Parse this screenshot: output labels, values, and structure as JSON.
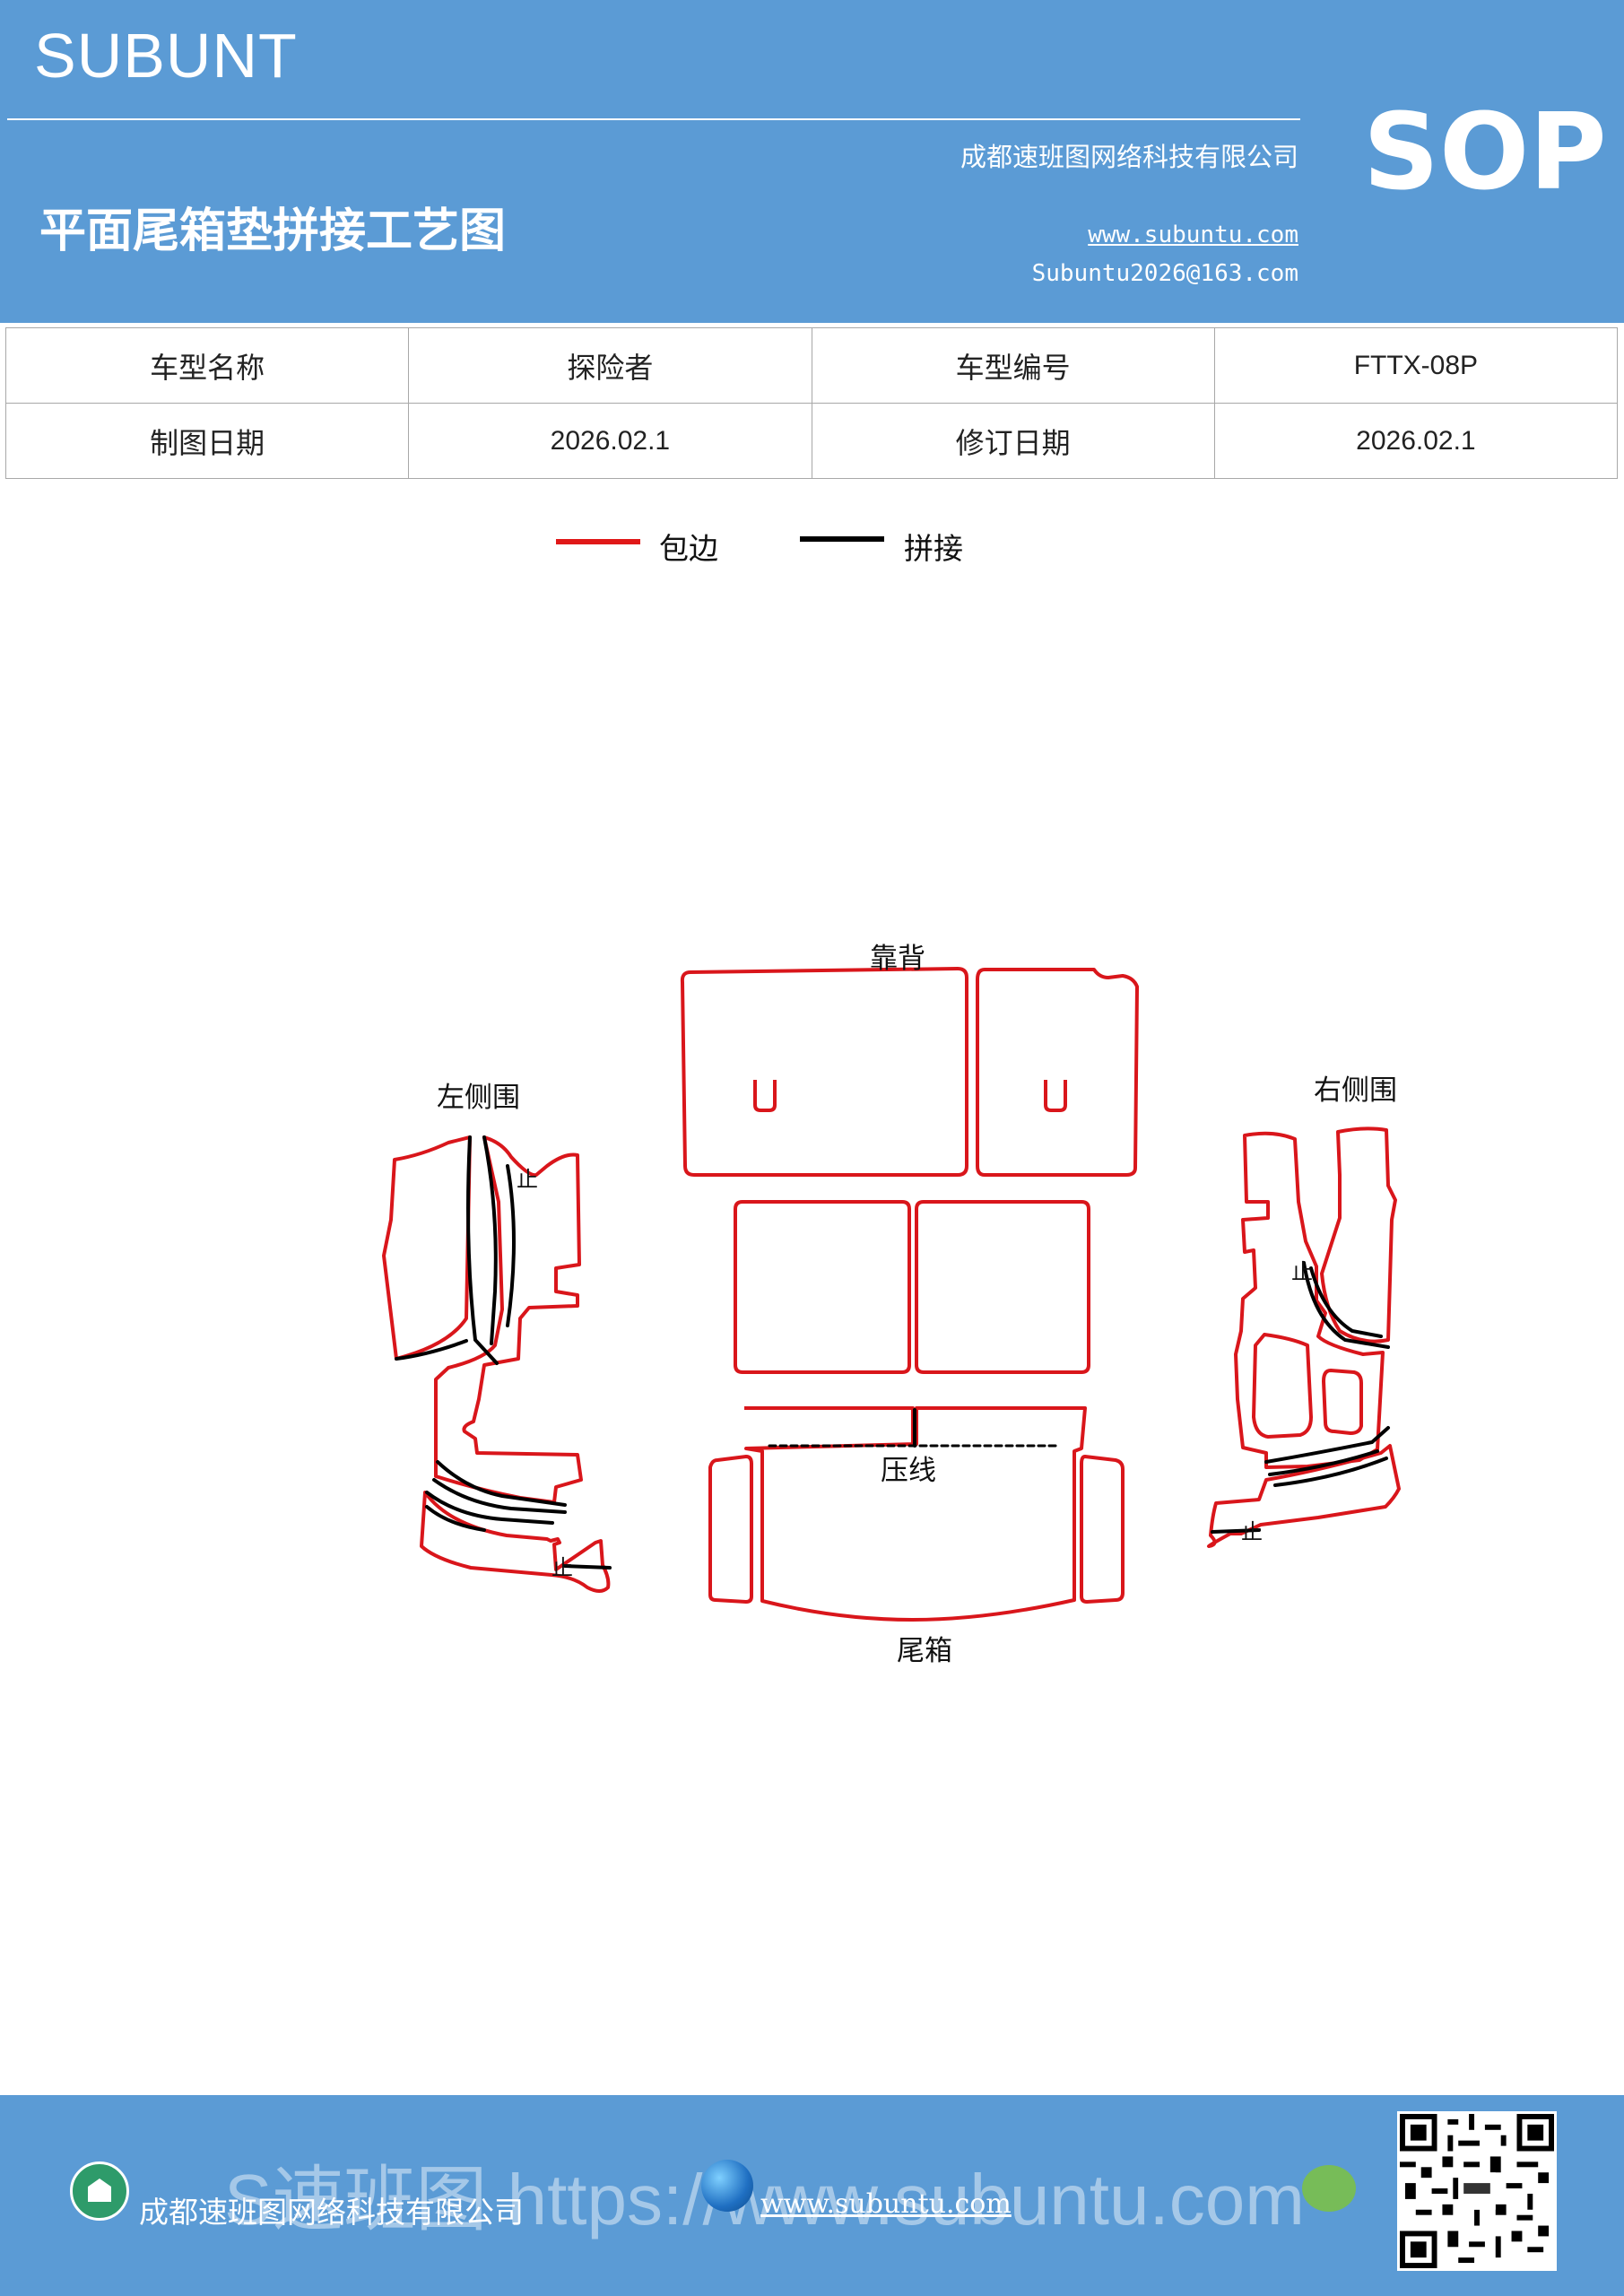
{
  "header": {
    "brand": "SUBUNT",
    "company": "成都速班图网络科技有限公司",
    "title": "平面尾箱垫拼接工艺图",
    "website": "www.subuntu.com",
    "email": "Subuntu2026@163.com",
    "badge": "SOP"
  },
  "info_table": {
    "rows": [
      [
        "车型名称",
        "探险者",
        "车型编号",
        "FTTX-08P"
      ],
      [
        "制图日期",
        "2026.02.1",
        "修订日期",
        "2026.02.1"
      ]
    ]
  },
  "legend": {
    "items": [
      {
        "label": "包边",
        "color": "#e01818"
      },
      {
        "label": "拼接",
        "color": "#000000"
      }
    ]
  },
  "diagram": {
    "labels": {
      "backrest": "靠背",
      "left_side": "左侧围",
      "right_side": "右侧围",
      "crease": "压线",
      "trunk": "尾箱",
      "stop_mark": "止"
    },
    "outline_color": "#d9161b",
    "seam_color": "#000000"
  },
  "footer": {
    "company": "成都速班图网络科技有限公司",
    "website": "www.subuntu.com",
    "watermark": "S速班图 https://www.subuntu.com"
  }
}
